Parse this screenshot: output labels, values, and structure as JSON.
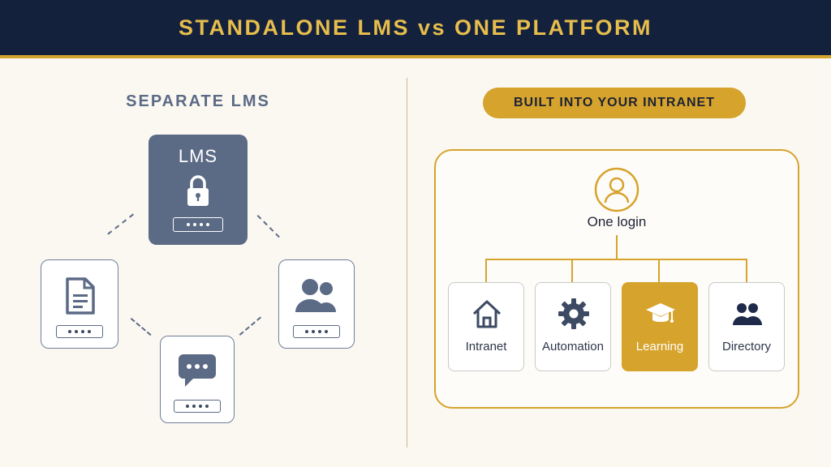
{
  "header": {
    "title": "STANDALONE LMS vs ONE PLATFORM"
  },
  "left": {
    "title": "SEPARATE LMS",
    "lms_label": "LMS",
    "tools": [
      {
        "icon": "document-icon",
        "password_mask": "••••"
      },
      {
        "icon": "users-icon",
        "password_mask": "••••"
      },
      {
        "icon": "chat-icon",
        "password_mask": "••••"
      }
    ],
    "lms_password_mask": "••••"
  },
  "right": {
    "badge": "BUILT INTO YOUR INTRANET",
    "login_label": "One login",
    "apps": [
      {
        "label": "Intranet",
        "icon": "home-icon",
        "active": false
      },
      {
        "label": "Automation",
        "icon": "gear-icon",
        "active": false
      },
      {
        "label": "Learning",
        "icon": "graduation-cap-icon",
        "active": true
      },
      {
        "label": "Directory",
        "icon": "people-icon",
        "active": false
      }
    ]
  },
  "colors": {
    "navy": "#13213d",
    "gold": "#d6a32c",
    "slate": "#5b6a85",
    "background": "#fbf8f2"
  }
}
